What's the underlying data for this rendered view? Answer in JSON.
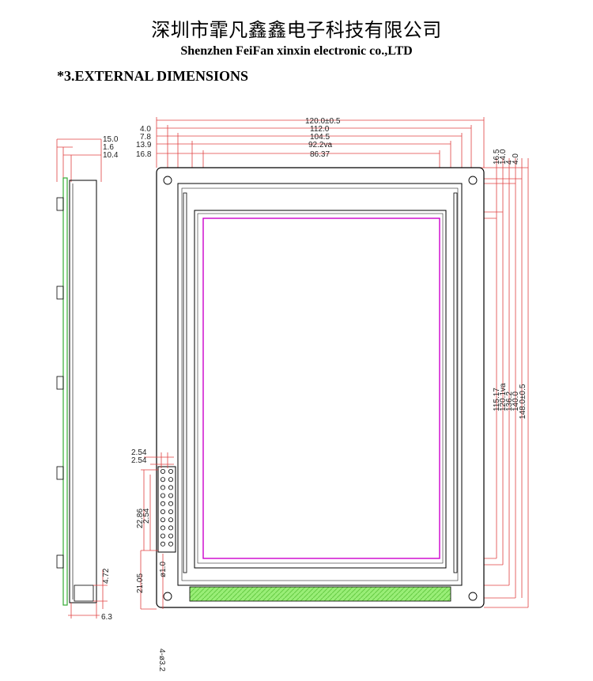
{
  "header": {
    "company_cn": "深圳市霏凡鑫鑫电子科技有限公司",
    "company_en": "Shenzhen FeiFan xinxin electronic co.,LTD"
  },
  "section_title": "*3.EXTERNAL DIMENSIONS",
  "colors": {
    "dimension_line": "#e04040",
    "outline": "#000000",
    "active_area": "#cc00cc",
    "side_pcb": "#33aa33",
    "connector_strip": "#99ee77"
  },
  "dimensions": {
    "top": {
      "width_total": "120.0±0.5",
      "w112": "112.0",
      "w104": "104.5",
      "va": "92.2va",
      "aa": "86.37",
      "off_4": "4.0",
      "off_7": "7.8",
      "off_13": "13.9",
      "off_16": "16.8"
    },
    "right": {
      "r16": "16.5",
      "r14": "14.0",
      "r4a": "4",
      "r4b": "4.0",
      "aa_h": "115.17",
      "va_h": "120.1va",
      "h136": "136.2",
      "h140": "140.0",
      "height_total": "148.0±0.5"
    },
    "side": {
      "thick_total": "15.0",
      "pcb": "1.6",
      "module": "10.4",
      "bottom_a": "4.72",
      "bottom_b": "6.3"
    },
    "pins": {
      "pitch_h1": "2.54",
      "pitch_h2": "2.54",
      "span": "22.86",
      "pitch_v": "2.54",
      "bottom_off": "21.05",
      "pin_hole": "ø1.0",
      "mount_hole": "4-ø3.2"
    }
  }
}
